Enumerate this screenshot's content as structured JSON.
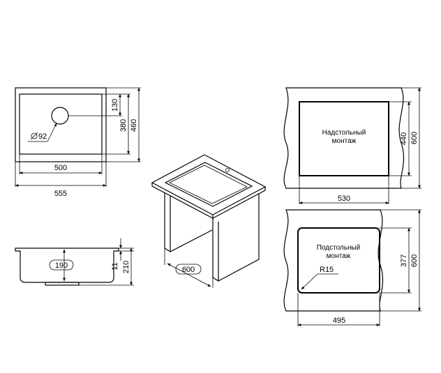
{
  "top_view": {
    "dim_inner_width": "500",
    "dim_outer_width": "555",
    "dim_drain_offset": "130",
    "dim_inner_depth": "380",
    "dim_outer_depth": "460",
    "drain_diameter": "92"
  },
  "side_view": {
    "dim_bowl_depth": "190",
    "dim_rim": "11",
    "dim_total_height": "210"
  },
  "iso_view": {
    "dim_cabinet": "600"
  },
  "overmount": {
    "label_line1": "Надстольный",
    "label_line2": "монтаж",
    "dim_width": "530",
    "dim_depth": "440",
    "dim_cabinet": "600"
  },
  "undermount": {
    "label_line1": "Подстольный",
    "label_line2": "монтаж",
    "dim_radius": "R15",
    "dim_width": "495",
    "dim_depth": "377",
    "dim_cabinet": "600"
  }
}
